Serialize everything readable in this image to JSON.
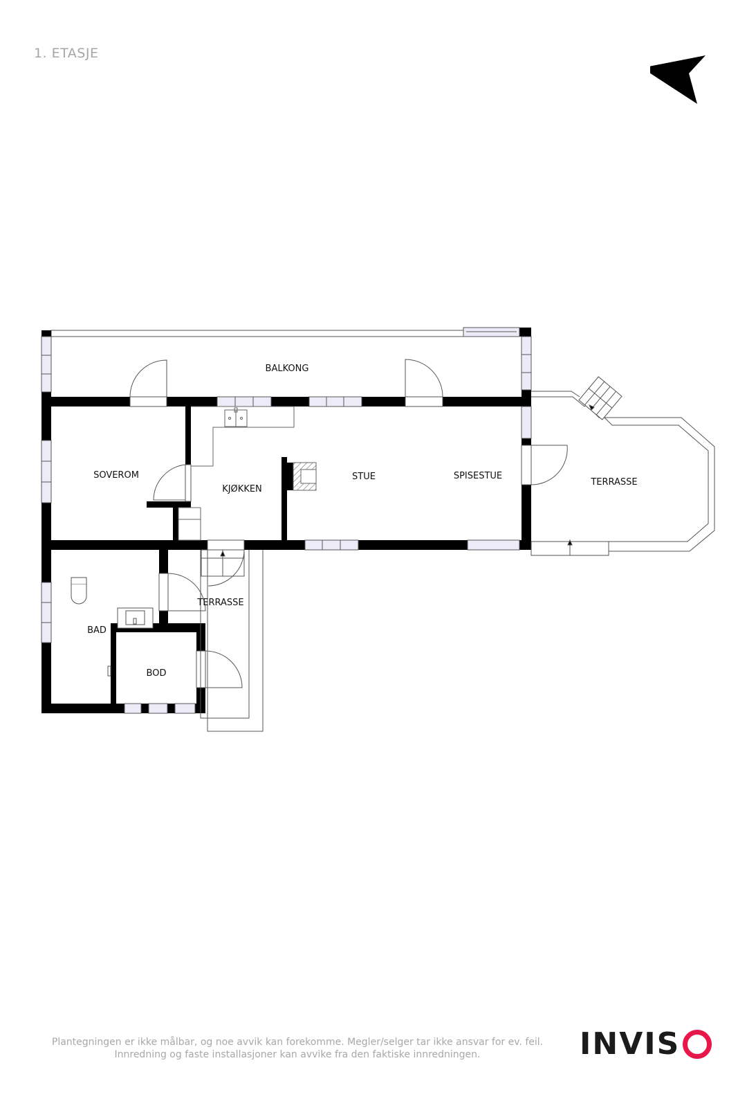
{
  "header": {
    "floor_title": "1. ETASJE",
    "north_arrow_icon": "north-arrow-icon"
  },
  "rooms": {
    "balkong": "BALKONG",
    "soverom": "SOVEROM",
    "kjokken": "KJØKKEN",
    "stue": "STUE",
    "spisestue": "SPISESTUE",
    "terrasse_east": "TERRASSE",
    "terrasse_south": "TERRASSE",
    "bad": "BAD",
    "bod": "BOD"
  },
  "footer": {
    "disclaimer_line1": "Plantegningen er ikke målbar, og noe avvik kan forekomme. Megler/selger tar ikke ansvar for ev. feil.",
    "disclaimer_line2": "Innredning og faste installasjoner kan avvike fra den faktiske innredningen.",
    "logo_text": "INVIS",
    "logo_accent_color": "#e8174a"
  },
  "colors": {
    "wall": "#000000",
    "window_fill": "#ecebf7",
    "label_gray": "#a6a6a6"
  }
}
